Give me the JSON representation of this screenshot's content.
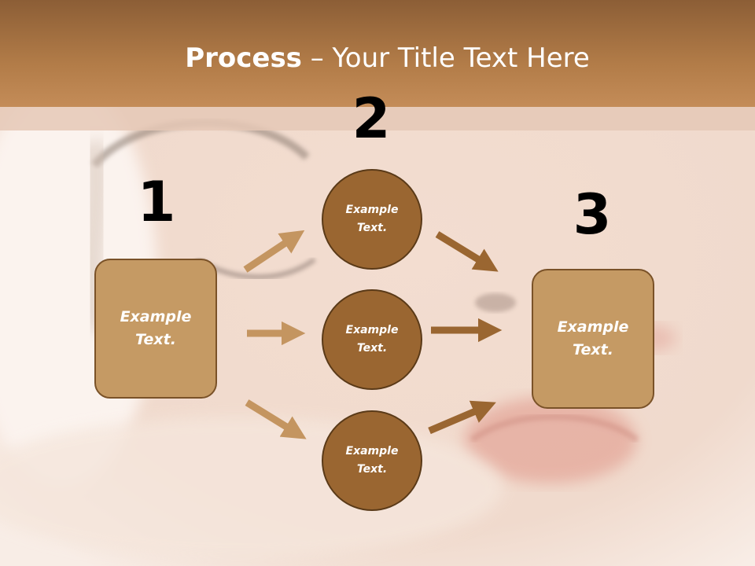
{
  "title": {
    "bold": "Process",
    "rest": " – Your Title Text Here"
  },
  "steps": {
    "one": "1",
    "two": "2",
    "three": "3"
  },
  "left_box": {
    "line1": "Example",
    "line2": "Text."
  },
  "right_box": {
    "line1": "Example",
    "line2": "Text."
  },
  "circles": [
    {
      "line1": "Example",
      "line2": "Text."
    },
    {
      "line1": "Example",
      "line2": "Text."
    },
    {
      "line1": "Example",
      "line2": "Text."
    }
  ],
  "colors": {
    "title_bar": "#b27c48",
    "box_fill": "#c59a64",
    "circle_fill": "#9a6631",
    "arrow_light": "#c49560",
    "arrow_dark": "#9a6631"
  }
}
